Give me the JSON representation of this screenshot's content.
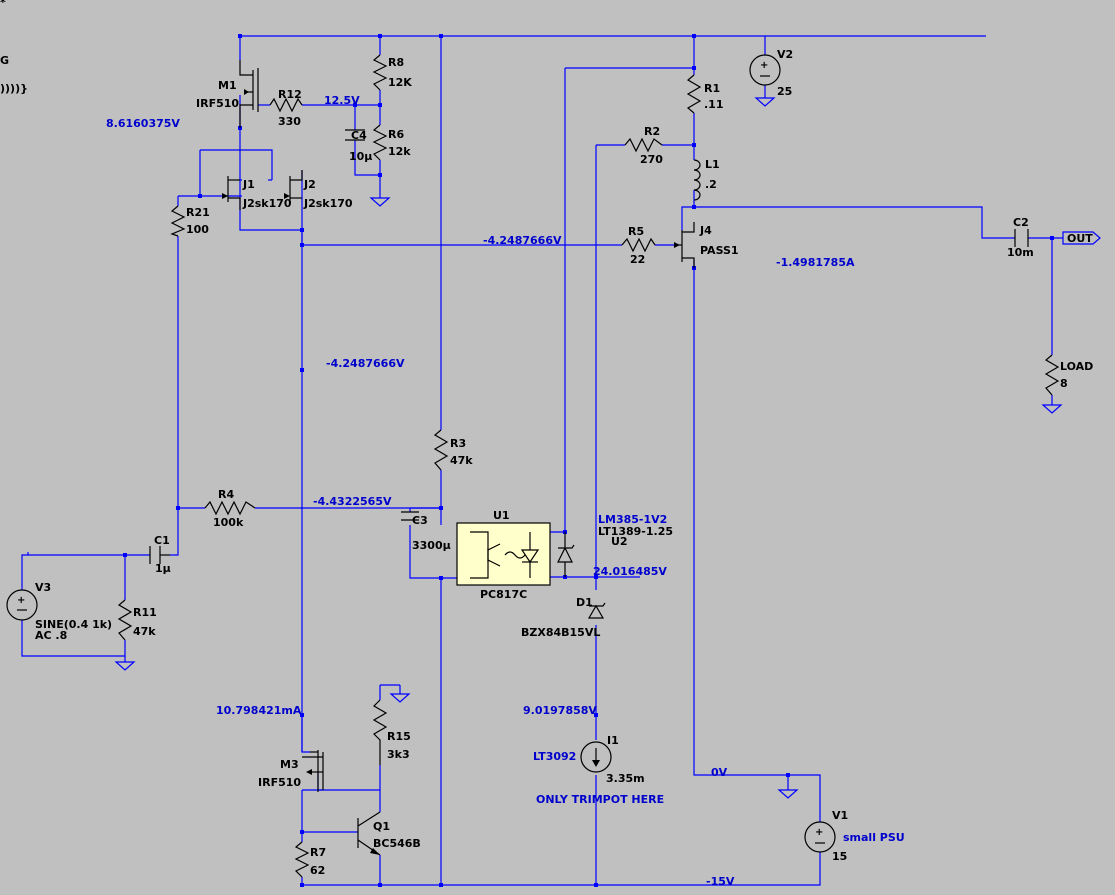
{
  "edge_text": {
    "star": "*",
    "g": "G",
    "paren": "))))}"
  },
  "components": {
    "m1": {
      "ref": "M1",
      "value": "IRF510"
    },
    "r12": {
      "ref": "R12",
      "value": "330"
    },
    "r8": {
      "ref": "R8",
      "value": "12K"
    },
    "c4": {
      "ref": "C4",
      "value": "10µ"
    },
    "r6": {
      "ref": "R6",
      "value": "12k"
    },
    "j1": {
      "ref": "J1",
      "value": "J2sk170"
    },
    "j2": {
      "ref": "J2",
      "value": "J2sk170"
    },
    "r21": {
      "ref": "R21",
      "value": "100"
    },
    "v2": {
      "ref": "V2",
      "value": "25"
    },
    "r1": {
      "ref": "R1",
      "value": ".11"
    },
    "r2": {
      "ref": "R2",
      "value": "270"
    },
    "l1": {
      "ref": "L1",
      "value": ".2"
    },
    "j4": {
      "ref": "J4",
      "value": "PASS1"
    },
    "r5": {
      "ref": "R5",
      "value": "22"
    },
    "c2": {
      "ref": "C2",
      "value": "10m"
    },
    "load": {
      "ref": "LOAD",
      "value": "8"
    },
    "r3": {
      "ref": "R3",
      "value": "47k"
    },
    "r4": {
      "ref": "R4",
      "value": "100k"
    },
    "c3": {
      "ref": "C3",
      "value": "3300µ"
    },
    "u1": {
      "ref": "U1",
      "value": "PC817C"
    },
    "u2": {
      "ref": "U2",
      "value1": "LM385-1V2",
      "value2": "LT1389-1.25"
    },
    "d1": {
      "ref": "D1",
      "value": "BZX84B15VL"
    },
    "c1": {
      "ref": "C1",
      "value": "1µ"
    },
    "v3": {
      "ref": "V3",
      "value1": "SINE(0.4 1k)",
      "value2": "AC .8"
    },
    "r11": {
      "ref": "R11",
      "value": "47k"
    },
    "r15": {
      "ref": "R15",
      "value": "3k3"
    },
    "m3": {
      "ref": "M3",
      "value": "IRF510"
    },
    "q1": {
      "ref": "Q1",
      "value": "BC546B"
    },
    "r7": {
      "ref": "R7",
      "value": "62"
    },
    "i1": {
      "ref": "I1",
      "value": "3.35m"
    },
    "v1": {
      "ref": "V1",
      "value": "15"
    }
  },
  "annotations": {
    "out_port": "OUT",
    "v_m1_source": "8.6160375V",
    "v_divider": "12.5V",
    "v_r5_in": "-4.2487666V",
    "v_mid": "-4.2487666V",
    "i_pass": "-1.4981785A",
    "v_r4": "-4.4322565V",
    "v_u2": "24.016485V",
    "i_m3": "10.798421mA",
    "v_i1": "9.0197858V",
    "lt3092": "LT3092",
    "trimpot_note": "ONLY TRIMPOT HERE",
    "v_ground": "0V",
    "small_psu": "small PSU",
    "v_neg": "-15V"
  },
  "colors": {
    "background": "#c0c0c0",
    "wire": "#0000ff",
    "net_label": "#0000cc",
    "optocoupler_fill": "#ffffcc"
  }
}
